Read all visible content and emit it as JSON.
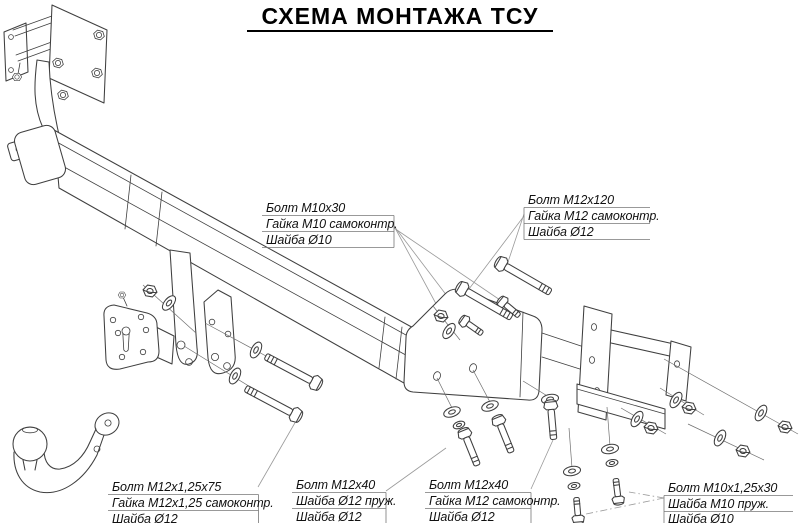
{
  "title": "СХЕМА МОНТАЖА ТСУ",
  "colors": {
    "background": "#ffffff",
    "line": "#3f3f3f",
    "leader": "#9a9a9a",
    "text": "#111111"
  },
  "callouts": {
    "m10x30": {
      "lines": [
        "Болт М10х30",
        "Гайка М10 самоконтр.",
        "Шайба Ø10"
      ]
    },
    "m12x120": {
      "lines": [
        "Болт М12х120",
        "Гайка М12 самоконтр.",
        "Шайба Ø12"
      ]
    },
    "m12x125x75": {
      "lines": [
        "Болт М12х1,25х75",
        "Гайка М12х1,25 самоконтр.",
        "Шайба Ø12"
      ]
    },
    "m12x40_spring": {
      "lines": [
        "Болт М12х40",
        "Шайба Ø12 пруж.",
        "Шайба Ø12"
      ]
    },
    "m12x40_lock": {
      "lines": [
        "Болт М12х40",
        "Гайка М12 самоконтр.",
        "Шайба Ø12"
      ]
    },
    "m10x125x30": {
      "lines": [
        "Болт М10х1,25х30",
        "Шайба М10 пруж.",
        "Шайба Ø10"
      ]
    }
  }
}
